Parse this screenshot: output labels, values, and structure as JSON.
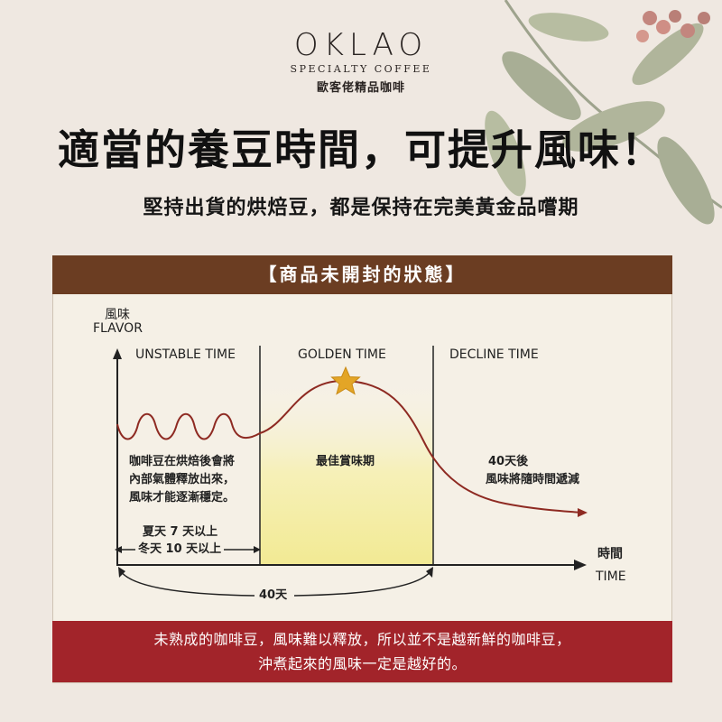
{
  "brand": {
    "name": "OKLAO",
    "tagline_en": "SPECIALTY COFFEE",
    "tagline_zh": "歐客佬精品咖啡"
  },
  "headline": "適當的養豆時間，可提升風味！",
  "subheadline": "堅持出貨的烘焙豆，都是保持在完美黃金品嚐期",
  "panel": {
    "title": "【商品未開封的狀態】",
    "y_axis_zh": "風味",
    "y_axis_en": "FLAVOR",
    "x_axis_zh": "時間",
    "x_axis_en": "TIME",
    "phases": [
      {
        "label": "UNSTABLE TIME",
        "desc": [
          "咖啡豆在烘焙後會將",
          "內部氣體釋放出來，",
          "風味才能逐漸穩定。"
        ]
      },
      {
        "label": "GOLDEN TIME",
        "desc": [
          "最佳賞味期"
        ]
      },
      {
        "label": "DECLINE TIME",
        "desc": [
          "40天後",
          "風味將隨時間遞減"
        ]
      }
    ],
    "rest_summer": "夏天 7 天以上",
    "rest_winter": "冬天 10 天以上",
    "span_label": "40天",
    "footer_line1": "未熟成的咖啡豆，風味難以釋放，所以並不是越新鮮的咖啡豆，",
    "footer_line2": "沖煮起來的風味一定是越好的。"
  },
  "colors": {
    "header_brown": "#6b3d22",
    "footer_red": "#a2242a",
    "curve": "#8e2a22",
    "star": "#e3a526",
    "golden_fill": "#f3eea0"
  }
}
